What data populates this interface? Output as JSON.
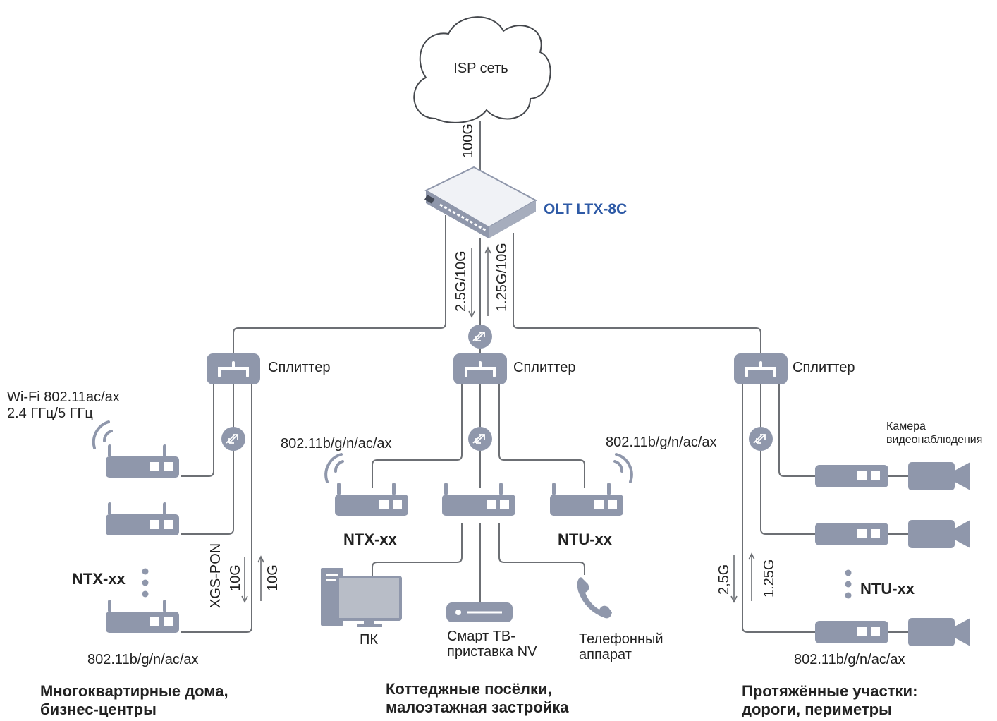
{
  "colors": {
    "device": "#8f97ab",
    "line": "#6c6f74",
    "olt_label": "#2e5aa6",
    "text": "#222222"
  },
  "cloud": {
    "label": "ISP сеть"
  },
  "uplink": {
    "speed": "100G"
  },
  "olt": {
    "label": "OLT LTX-8C"
  },
  "trunk": {
    "down": "2.5G/10G",
    "up": "1.25G/10G"
  },
  "splitter_label": "Сплиттер",
  "left": {
    "wifi_label_line1": "Wi-Fi 802.11ac/ax",
    "wifi_label_line2": "2.4 ГГц/5 ГГц",
    "device_label": "NTX-xx",
    "pon_label": "XGS-PON",
    "down_speed": "10G",
    "up_speed": "10G",
    "bottom_standard": "802.11b/g/n/ac/ax",
    "caption_line1": "Многоквартирные дома,",
    "caption_line2": "бизнес-центры"
  },
  "middle": {
    "left_standard": "802.11b/g/n/ac/ax",
    "right_standard": "802.11b/g/n/ac/ax",
    "ntx_label": "NTX-xx",
    "ntu_label": "NTU-xx",
    "pc_label": "ПК",
    "stb_line1": "Смарт ТВ-",
    "stb_line2": "приставка NV",
    "phone_line1": "Телефонный",
    "phone_line2": "аппарат",
    "caption_line1": "Коттеджные посёлки,",
    "caption_line2": "малоэтажная застройка"
  },
  "right": {
    "camera_line1": "Камера",
    "camera_line2": "видеонаблюдения",
    "device_label": "NTU-xx",
    "down_speed": "2,5G",
    "up_speed": "1.25G",
    "bottom_standard": "802.11b/g/n/ac/ax",
    "caption_line1": "Протяжённые участки:",
    "caption_line2": "дороги, периметры"
  }
}
